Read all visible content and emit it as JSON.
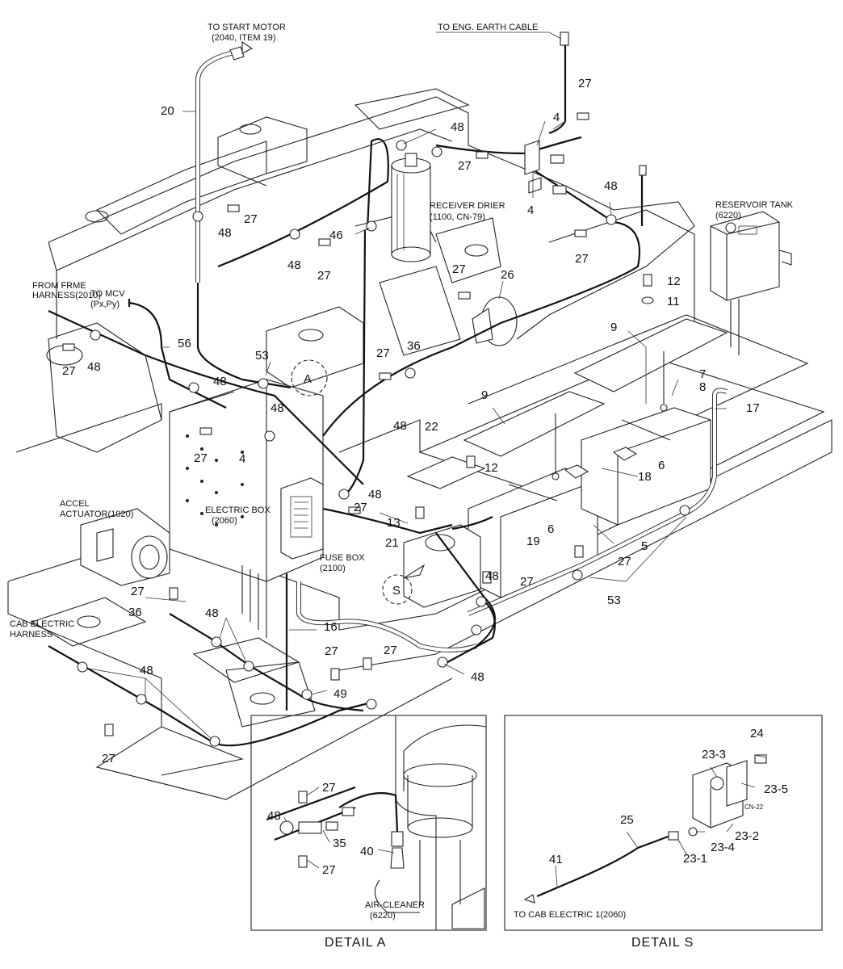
{
  "labels": {
    "to_start_motor": "TO START MOTOR",
    "to_start_motor_ref": "(2040, ITEM 19)",
    "to_eng_earth": "TO ENG. EARTH CABLE",
    "receiver_drier": "RECEIVER DRIER",
    "receiver_drier_ref": "(1100, CN-79)",
    "reservoir_tank": "RESERVOIR TANK",
    "reservoir_tank_ref": "(6220)",
    "from_frme_1": "FROM FRME",
    "from_frme_2": "HARNESS(2010)",
    "to_mcv": "TO MCV",
    "to_mcv_ref": "(Px,Py)",
    "electric_box": "ELECTRIC BOX",
    "electric_box_ref": "(2060)",
    "fuse_box": "FUSE BOX",
    "fuse_box_ref": "(2100)",
    "accel_actuator": "ACCEL",
    "accel_actuator_ref": "ACTUATOR(1020)",
    "cab_harness_1": "CAB ELECTRIC",
    "cab_harness_2": "HARNESS",
    "air_cleaner": "AIR-CLEANER",
    "air_cleaner_ref": "(6220)",
    "to_cab_electric": "TO CAB ELECTRIC 1(2060)",
    "cn22": "CN-22",
    "detail_a_marker": "A",
    "detail_s_marker": "S",
    "detail_a_caption": "DETAIL  A",
    "detail_s_caption": "DETAIL  S"
  },
  "callouts": {
    "c20": "20",
    "c27": "27",
    "c48": "48",
    "c4": "4",
    "c46": "46",
    "c26": "26",
    "c12": "12",
    "c11": "11",
    "c9": "9",
    "c7": "7",
    "c8": "8",
    "c17": "17",
    "c6": "6",
    "c18": "18",
    "c22": "22",
    "c53": "53",
    "c56": "56",
    "c36": "36",
    "c21": "21",
    "c13": "13",
    "c19": "19",
    "c5": "5",
    "c16": "16",
    "c49": "49",
    "c35": "35",
    "c40": "40",
    "c24": "24",
    "c23_3": "23-3",
    "c23_5": "23-5",
    "c23_2": "23-2",
    "c23_4": "23-4",
    "c23_1": "23-1",
    "c25": "25",
    "c41": "41"
  }
}
